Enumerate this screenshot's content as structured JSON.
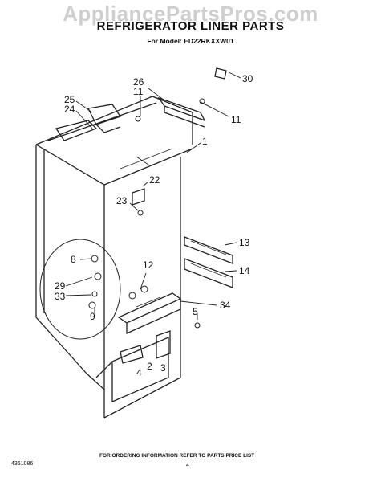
{
  "header": {
    "watermark": "AppliancePartsPros.com",
    "title": "REFRIGERATOR LINER PARTS",
    "model": "For Model: ED22RKXXW01"
  },
  "callouts": {
    "c1": "1",
    "c2": "2",
    "c3": "3",
    "c4": "4",
    "c5": "5",
    "c8": "8",
    "c9": "9",
    "c11a": "11",
    "c11b": "11",
    "c12": "12",
    "c13": "13",
    "c14": "14",
    "c22": "22",
    "c23": "23",
    "c24": "24",
    "c25": "25",
    "c26": "26",
    "c29": "29",
    "c30": "30",
    "c33": "33",
    "c34": "34"
  },
  "footer": {
    "ordering_note": "FOR ORDERING INFORMATION REFER TO PARTS PRICE LIST",
    "doc_number": "4361086",
    "page_number": "4"
  }
}
